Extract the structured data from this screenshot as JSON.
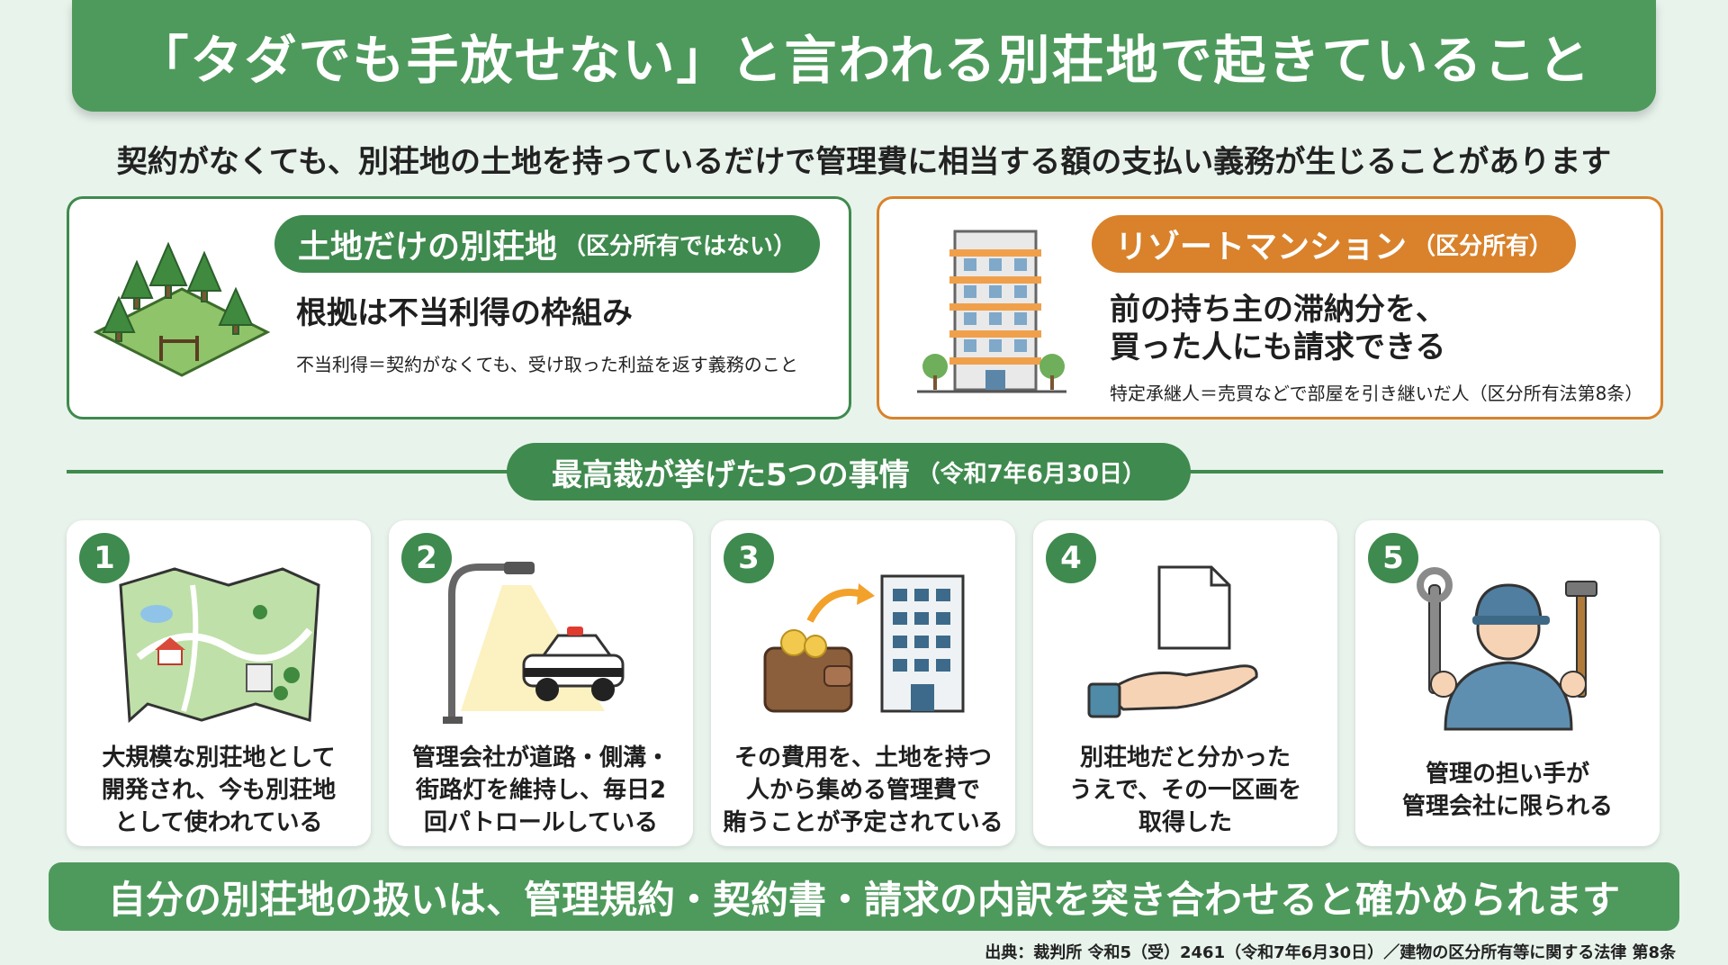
{
  "title": "「タダでも手放せない」と言われる別荘地で起きていること",
  "lead": "契約がなくても、別荘地の土地を持っているだけで管理費に相当する額の支払い義務が生じることがあります",
  "left_card": {
    "pill_main": "土地だけの別荘地",
    "pill_sub": "（区分所有ではない）",
    "heading": "根拠は不当利得の枠組み",
    "note": "不当利得＝契約がなくても、受け取った利益を返す義務のこと"
  },
  "right_card": {
    "pill_main": "リゾートマンション",
    "pill_sub": "（区分所有）",
    "heading_line1": "前の持ち主の滞納分を、",
    "heading_line2": "買った人にも請求できる",
    "note": "特定承継人＝売買などで部屋を引き継いだ人（区分所有法第8条）"
  },
  "section": {
    "main": "最高裁が挙げた5つの事情",
    "sub": "（令和7年6月30日）"
  },
  "factors": [
    {
      "num": "1",
      "line1": "大規模な別荘地として",
      "line2": "開発され、今も別荘地",
      "line3": "として使われている"
    },
    {
      "num": "2",
      "line1": "管理会社が道路・側溝・",
      "line2": "街路灯を維持し、毎日2",
      "line3": "回パトロールしている"
    },
    {
      "num": "3",
      "line1": "その費用を、土地を持つ",
      "line2": "人から集める管理費で",
      "line3": "賄うことが予定されている"
    },
    {
      "num": "4",
      "line1": "別荘地だと分かった",
      "line2": "うえで、その一区画を",
      "line3": "取得した"
    },
    {
      "num": "5",
      "line1": "管理の担い手が",
      "line2": "管理会社に限られる",
      "line3": ""
    }
  ],
  "bottom": "自分の別荘地の扱いは、管理規約・契約書・請求の内訳を突き合わせると確かめられます",
  "source": "出典：裁判所 令和5（受）2461（令和7年6月30日）／建物の区分所有等に関する法律 第8条",
  "colors": {
    "green": "#3f8a4e",
    "orange": "#d9822b",
    "background": "#e8f3ec"
  },
  "icons": [
    "forest-land-icon",
    "apartment-building-icon",
    "map-icon",
    "streetlight-police-car-icon",
    "wallet-building-icon",
    "hand-document-icon",
    "worker-tools-icon"
  ]
}
